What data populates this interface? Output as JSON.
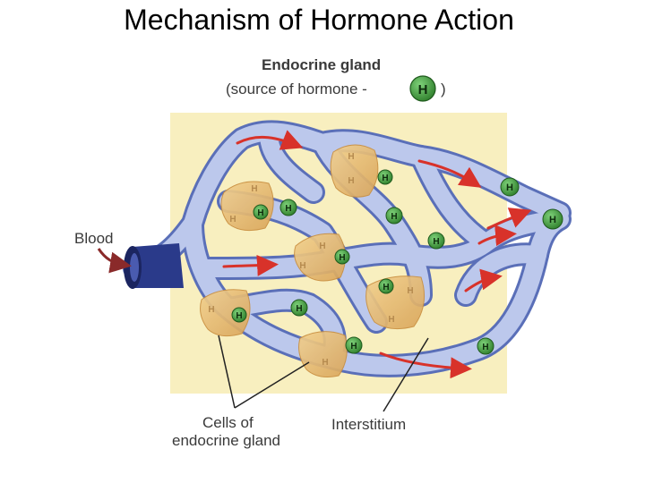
{
  "title": "Mechanism of Hormone Action",
  "diagram": {
    "gland_label": "Endocrine gland",
    "source_label_prefix": "(source of hormone -",
    "source_label_suffix": ")",
    "hormone_symbol": "H",
    "blood_label": "Blood",
    "cells_label_line1": "Cells of",
    "cells_label_line2": "endocrine gland",
    "interstitium_label": "Interstitium"
  },
  "colors": {
    "background_panel": "#f8efbf",
    "vessel": "#bcc8ec",
    "vessel_outline": "#5a6fb8",
    "flow_arrow": "#d8322a",
    "hormone_green": "#3f9c3c",
    "gland_cell": "#e9bd78",
    "artery": "#2a3a8a"
  }
}
